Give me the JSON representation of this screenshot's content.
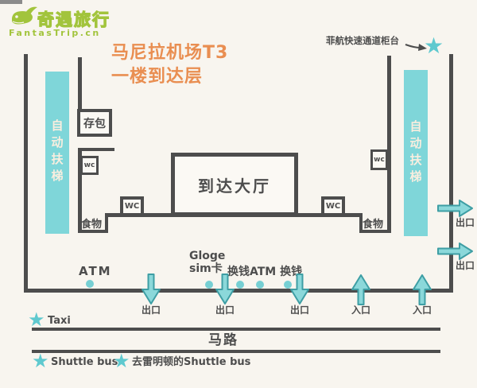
{
  "logo": {
    "name": "奇遇旅行",
    "domain": "FantasTrip.cn"
  },
  "title": {
    "line1": "马尼拉机场T3",
    "line2": "一楼到达层"
  },
  "fast_track": {
    "label": "菲航快速通道柜台"
  },
  "facilities": {
    "escalator_left": "自动扶梯",
    "escalator_right": "自动扶梯",
    "luggage_storage": "存包",
    "wc_upper_left": "wc",
    "wc_upper_right": "wc",
    "wc_lower_left": "WC",
    "wc_lower_right": "WC",
    "arrival_hall": "到达大厅",
    "food_left": "食物",
    "food_right": "食物"
  },
  "services": {
    "atm": "ATM",
    "sim_line1": "Gloge",
    "sim_line2": "sim卡",
    "exchange": "换钱ATM 换钱"
  },
  "gates": {
    "exit_bottom_1": "出口",
    "exit_bottom_2": "出口",
    "exit_bottom_3": "出口",
    "entrance_bottom_1": "入口",
    "entrance_bottom_2": "入口",
    "exit_right_1": "出口",
    "exit_right_2": "出口"
  },
  "street": {
    "taxi": "Taxi",
    "road": "马路",
    "shuttle": "Shuttle bus",
    "shuttle_remington": "去雷明顿的Shuttle bus"
  },
  "icons": {
    "star": "★"
  },
  "colors": {
    "teal": "#7FD6D9",
    "teal_dark": "#3E9EA4",
    "star_teal": "#5FC9CF",
    "orange": "#E98E51",
    "green": "#A2C43C",
    "wall": "#4D4D4D",
    "background": "#F8F5EF"
  }
}
